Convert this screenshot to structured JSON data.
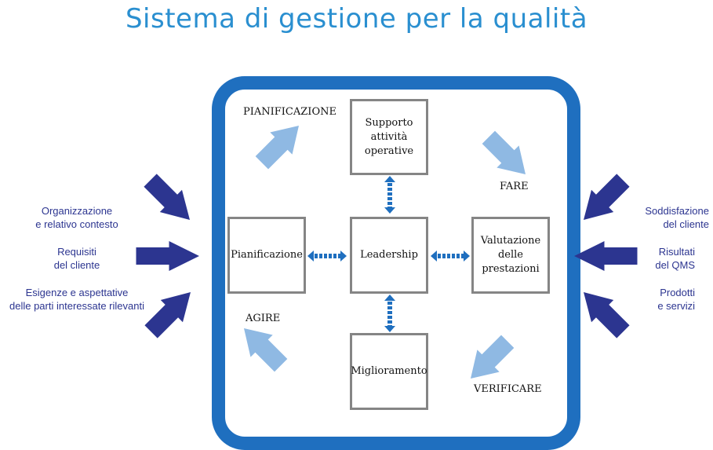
{
  "title": "Sistema di gestione per la qualità",
  "colors": {
    "title": "#2a8fd0",
    "frame": "#1f6fbf",
    "box_border": "#858585",
    "outer_arrow": "#2c3590",
    "inner_arrow": "#8fb9e3",
    "connector": "#1f6fbf"
  },
  "cycle_labels": {
    "plan": "PIANIFICAZIONE",
    "do": "FARE",
    "check": "VERIFICARE",
    "act": "AGIRE"
  },
  "boxes": {
    "support": "Supporto\nattività\noperative",
    "planning": "Pianificazione",
    "leadership": "Leadership",
    "evaluation": "Valutazione\ndelle\nprestazioni",
    "improvement": "Miglioramento"
  },
  "inputs": [
    "Organizzazione\ne relativo contesto",
    "Requisiti\ndel cliente",
    "Esigenze e aspettative\ndelle parti interessate rilevanti"
  ],
  "outputs": [
    "Soddisfazione\ndel cliente",
    "Risultati\ndel QMS",
    "Prodotti\ne servizi"
  ]
}
